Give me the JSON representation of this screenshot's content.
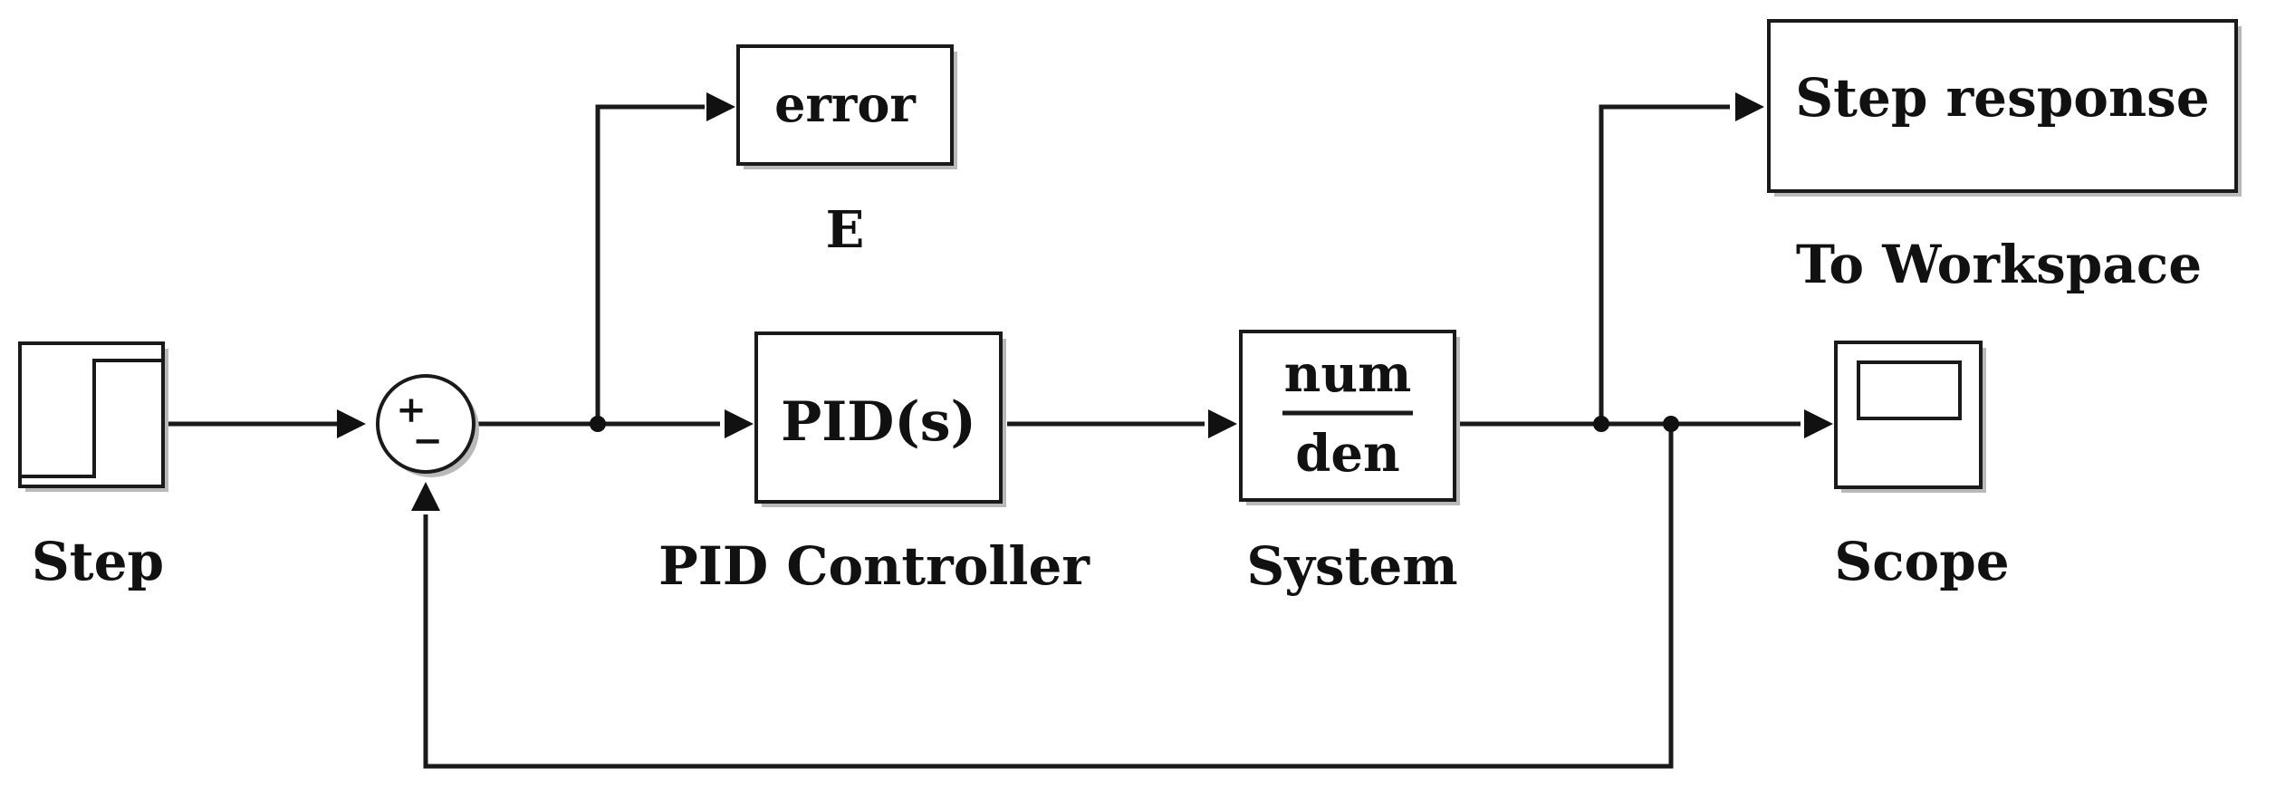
{
  "blocks": {
    "step": {
      "label": "Step"
    },
    "sum": {
      "plus": "+",
      "minus": "−"
    },
    "error": {
      "text": "error",
      "label": "E"
    },
    "pid": {
      "text": "PID(s)",
      "label": "PID Controller"
    },
    "system": {
      "numerator": "num",
      "denominator": "den",
      "label": "System"
    },
    "workspace": {
      "text": "Step response",
      "label": "To Workspace"
    },
    "scope": {
      "label": "Scope"
    }
  },
  "colors": {
    "line": "#1a1a1a",
    "fill": "#ffffff",
    "shadow": "#b9b9b9"
  }
}
